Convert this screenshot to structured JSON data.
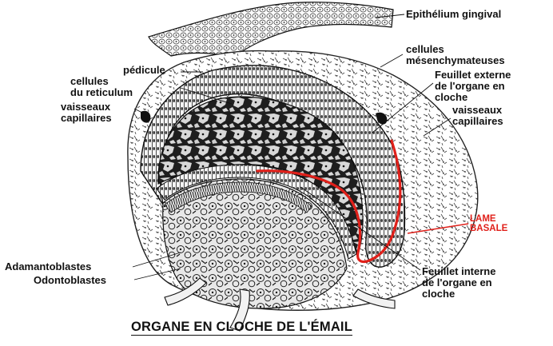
{
  "title": "ORGANE EN CLOCHE DE L'ÉMAIL",
  "colors": {
    "ink": "#111111",
    "lame_basale": "#e0201a",
    "background": "#ffffff"
  },
  "labels": {
    "epithelium": "Epithélium gingival",
    "mesenchymateuses_1": "cellules",
    "mesenchymateuses_2": "mésenchymateuses",
    "feuillet_externe_1": "Feuillet externe",
    "feuillet_externe_2": "de l'organe en",
    "feuillet_externe_3": "cloche",
    "vaisseaux_right_1": "vaisseaux",
    "vaisseaux_right_2": "capillaires",
    "pedicule": "pédicule",
    "reticulum_1": "cellules",
    "reticulum_2": "du reticulum",
    "vaisseaux_left_1": "vaisseaux",
    "vaisseaux_left_2": "capillaires",
    "lame_1": "LAME",
    "lame_2": "BASALE",
    "adamantoblastes": "Adamantoblastes",
    "odontoblastes": "Odontoblastes",
    "feuillet_interne_1": "Feuillet interne",
    "feuillet_interne_2": "de l'organe en",
    "feuillet_interne_3": "cloche"
  }
}
